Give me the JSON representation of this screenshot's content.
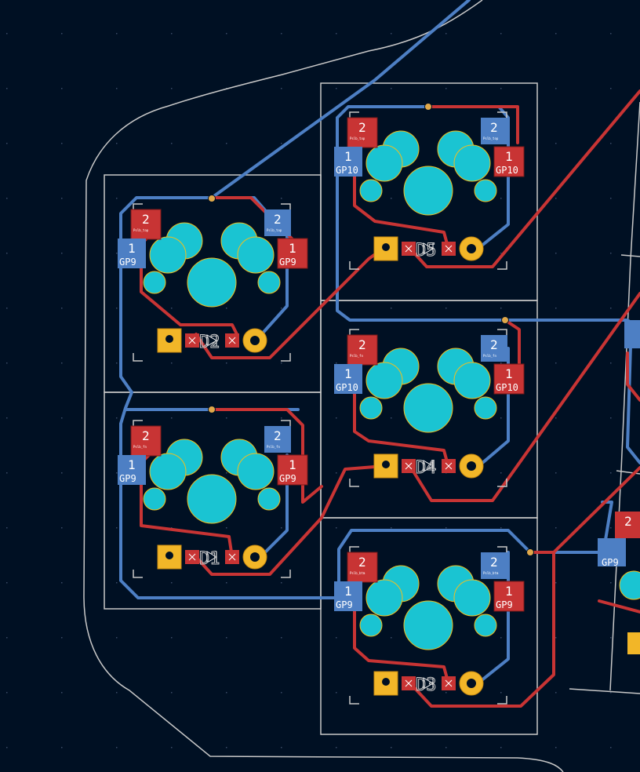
{
  "colors": {
    "background": "#001023",
    "edge_cuts": "#c8c8c8",
    "front_copper": "#c83434",
    "back_copper": "#4d7fc4",
    "switch_hole": "#1ac4d2",
    "hole_outline": "#f0c020",
    "diode_pad": "#f2b628",
    "via": "#e0a84a"
  },
  "keys": [
    {
      "id": "k-left-top",
      "pad2": "2",
      "pad2_net": "Pslb_top",
      "pad2b": "2",
      "pad2b_net": "Pslb_top",
      "pad1": "1",
      "pad1_net": "GP9",
      "pad1b": "1",
      "pad1b_net": "GP9",
      "diode_ref": "D2"
    },
    {
      "id": "k-left-bottom",
      "pad2": "2",
      "pad2_net": "Pslb_fn",
      "pad2b": "2",
      "pad2b_net": "Pslb_fn",
      "pad1": "1",
      "pad1_net": "GP9",
      "pad1b": "1",
      "pad1b_net": "GP9",
      "diode_ref": "D1"
    },
    {
      "id": "k-mid-top",
      "pad2": "2",
      "pad2_net": "Pslb_top",
      "pad2b": "2",
      "pad2b_net": "Pslb_top",
      "pad1": "1",
      "pad1_net": "GP10",
      "pad1b": "1",
      "pad1b_net": "GP10",
      "diode_ref": "D5"
    },
    {
      "id": "k-mid-mid",
      "pad2": "2",
      "pad2_net": "Pslb_fn",
      "pad2b": "2",
      "pad2b_net": "Pslb_fn",
      "pad1": "1",
      "pad1_net": "GP10",
      "pad1b": "1",
      "pad1b_net": "GP10",
      "diode_ref": "D4"
    },
    {
      "id": "k-mid-bottom",
      "pad2": "2",
      "pad2_net": "Pslb_btm",
      "pad2b": "2",
      "pad2b_net": "Pslb_btm",
      "pad1": "1",
      "pad1_net": "GP9",
      "pad1b": "1",
      "pad1b_net": "GP9",
      "diode_ref": "D3"
    }
  ],
  "right_partial": {
    "pad2": "2",
    "pad1_net": "GP9"
  }
}
